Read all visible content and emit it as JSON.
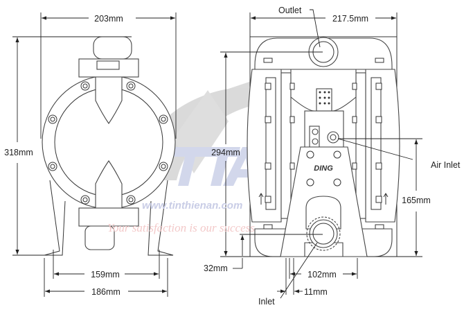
{
  "left_view": {
    "width_label": "203mm",
    "height_label": "318mm",
    "mount_inner_label": "159mm",
    "mount_outer_label": "186mm"
  },
  "right_view": {
    "width_label": "217.5mm",
    "outlet_label": "Outlet",
    "outlet_height_label": "294mm",
    "air_inlet_label": "Air Inlet",
    "air_inlet_height_label": "165mm",
    "inlet_height_label": "32mm",
    "foot_spacing_label": "102mm",
    "slot_label": "11mm",
    "inlet_label": "Inlet",
    "brand_logo_text": "DING"
  },
  "watermark": {
    "logo_text": "TTA",
    "url": "www.tinthienan.com",
    "slogan": "Your satisfaction is our success"
  },
  "colors": {
    "line": "#333333",
    "watermark_gray": "#c8c8c8",
    "watermark_blue": "#c9cde6",
    "watermark_red": "#f3c9c9"
  }
}
